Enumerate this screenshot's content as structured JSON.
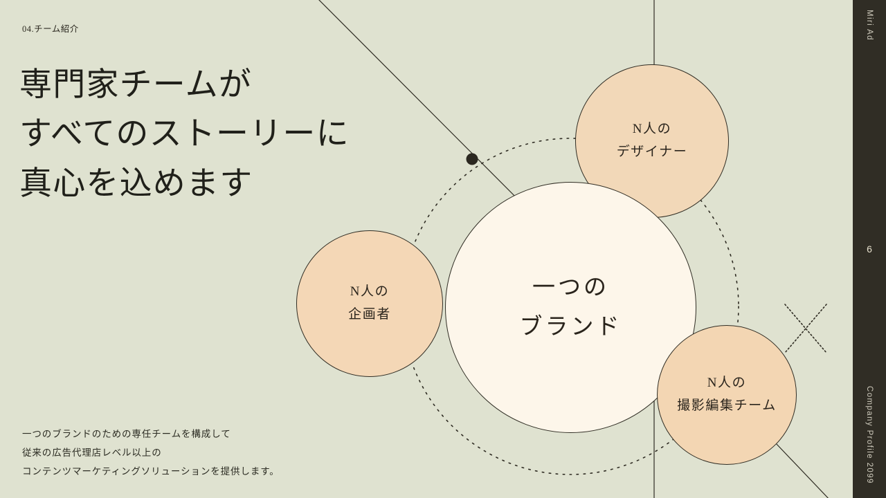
{
  "slide": {
    "eyebrow": "04.チーム紹介",
    "headline_lines": [
      "専門家チームが",
      "すべてのストーリーに",
      "真心を込めます"
    ],
    "description_lines": [
      "一つのブランドのための専任チームを構成して",
      "従来の広告代理店レベル以上の",
      "コンテンツマーケティングソリューションを提供します。"
    ]
  },
  "diagram": {
    "center": {
      "lines": [
        "一つの",
        "ブランド"
      ],
      "fill": "#fdf6ea",
      "stroke": "#2f2c23"
    },
    "nodes": [
      {
        "name": "designer",
        "lines": [
          "N人の",
          "デザイナー"
        ],
        "fill": "#f2d8b8",
        "stroke": "#2f2c23"
      },
      {
        "name": "planner",
        "lines": [
          "N人の",
          "企画者"
        ],
        "fill": "#f4d7b6",
        "stroke": "#2f2c23"
      },
      {
        "name": "photo-edit",
        "lines": [
          "N人の",
          "撮影編集チーム"
        ],
        "fill": "#f3d6b3",
        "stroke": "#2f2c23"
      }
    ]
  },
  "sidebar": {
    "brand": "Miri Ad",
    "page_number": "6",
    "footer": "Company Profile 2099",
    "background": "#302d25"
  },
  "theme": {
    "background": "#dfe2d0",
    "ink": "#20201a",
    "line": "#2f2c23"
  }
}
